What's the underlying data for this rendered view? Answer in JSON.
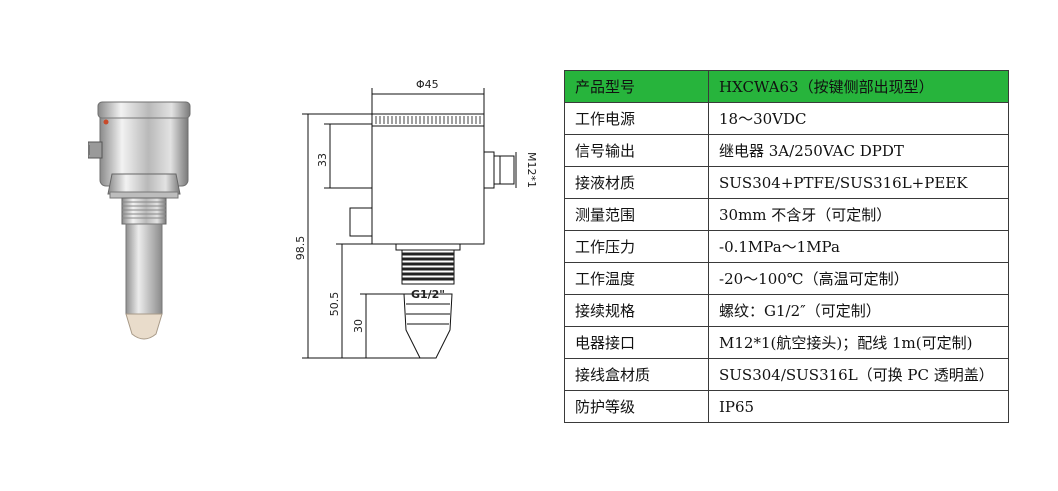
{
  "drawing": {
    "diameter_label": "Φ45",
    "connector_label": "M12*1",
    "height_33": "33",
    "total_height": "98.5",
    "lower_height": "50.5",
    "probe_height": "30",
    "thread_label": "G1/2\""
  },
  "spec_table": {
    "header": {
      "key": "产品型号",
      "value": "HXCWA63（按键侧部出现型）"
    },
    "rows": [
      {
        "key": "工作电源",
        "value": "18～30VDC"
      },
      {
        "key": "信号输出",
        "value": "继电器 3A/250VAC DPDT"
      },
      {
        "key": "接液材质",
        "value": "SUS304+PTFE/SUS316L+PEEK"
      },
      {
        "key": "测量范围",
        "value": "30mm 不含牙（可定制）"
      },
      {
        "key": "工作压力",
        "value": "-0.1MPa～1MPa"
      },
      {
        "key": "工作温度",
        "value": "-20～100℃（高温可定制）"
      },
      {
        "key": "接续规格",
        "value": "螺纹：G1/2″（可定制）"
      },
      {
        "key": "电器接口",
        "value": "M12*1(航空接头)；配线 1m(可定制)"
      },
      {
        "key": "接线盒材质",
        "value": "SUS304/SUS316L（可换 PC 透明盖）"
      },
      {
        "key": "防护等级",
        "value": "IP65"
      }
    ]
  },
  "colors": {
    "header_bg": "#27b43c",
    "border": "#3a3a3a",
    "steel_light": "#e6e6e6",
    "steel_dark": "#7a7a7a"
  }
}
